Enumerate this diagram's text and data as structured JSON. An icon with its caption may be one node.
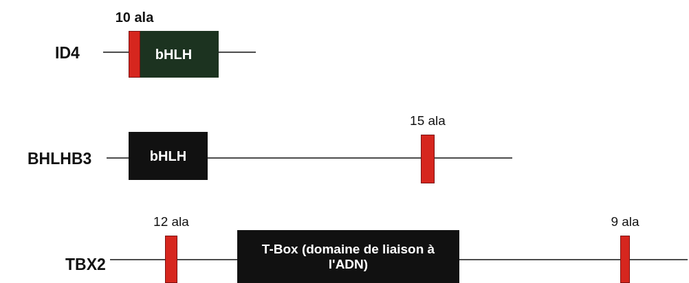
{
  "diagram": {
    "nodes": [
      {
        "text": [
          "bHLH"
        ]
      },
      {
        "text": [
          "10 ala"
        ],
        "in": 0
      },
      {
        "text": [
          "bHLH"
        ]
      },
      {
        "text": [
          "15 ala"
        ]
      },
      {
        "text": [
          "12 ala"
        ]
      },
      {
        "text": [
          "T-Box (domaine de liaison à l'ADN)"
        ]
      },
      {
        "text": [
          "9 ala"
        ]
      }
    ],
    "labels": [
      "ID4",
      "BHLHB3",
      "TBX2"
    ]
  }
}
